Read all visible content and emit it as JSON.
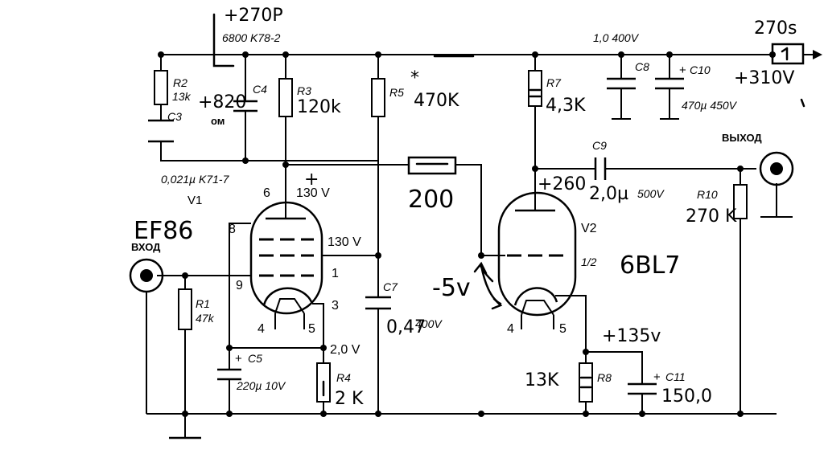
{
  "tubes": {
    "v1": {
      "ref": "V1",
      "type": "EF86",
      "pins": [
        "6",
        "8",
        "9",
        "1",
        "3",
        "4",
        "5"
      ]
    },
    "v2": {
      "ref": "V2",
      "type": "6BL7",
      "section": "1/2",
      "pins": [
        "4",
        "5"
      ]
    }
  },
  "resistors": {
    "r1": {
      "ref": "R1",
      "value": "47k"
    },
    "r2": {
      "ref": "R2",
      "value": "13k"
    },
    "r3": {
      "ref": "R3",
      "value": "120k"
    },
    "r4": {
      "ref": "R4",
      "value": "2 K"
    },
    "r5": {
      "ref": "R5",
      "value": "470K",
      "mark": "*"
    },
    "r7": {
      "ref": "R7",
      "value": "4,3K"
    },
    "r8": {
      "ref": "R8",
      "value": "13K"
    },
    "r10": {
      "ref": "R10",
      "value": "270 K"
    },
    "series": {
      "value": "200"
    }
  },
  "capacitors": {
    "c3": {
      "ref": "C3",
      "value": "0,021µ  K71-7"
    },
    "c4": {
      "ref": "C4",
      "value": "6800  K78-2",
      "note_top": "+270P",
      "note_side": "+820",
      "note_side2": "ом"
    },
    "c5": {
      "ref": "C5",
      "value": "220µ 10V"
    },
    "c7": {
      "ref": "C7",
      "value": "400V",
      "hand_value": "0,47"
    },
    "c8": {
      "ref": "C8",
      "value": "1,0  400V"
    },
    "c9": {
      "ref": "C9",
      "value": "500V",
      "hand_value": "2,0µ"
    },
    "c10": {
      "ref": "C10",
      "value": "470µ 450V"
    },
    "c11": {
      "ref": "C11",
      "value": "150,0"
    }
  },
  "voltages": {
    "v1_anode": "130 V",
    "v1_screen": "130 V",
    "v1_cathode": "2,0 V",
    "v2_anode": "+260",
    "v2_grid": "-5v",
    "v2_cathode": "+135v",
    "supply": "+310V",
    "fuse": "270s"
  },
  "connectors": {
    "input": "ВХОД",
    "output": "ВЫХОД"
  }
}
